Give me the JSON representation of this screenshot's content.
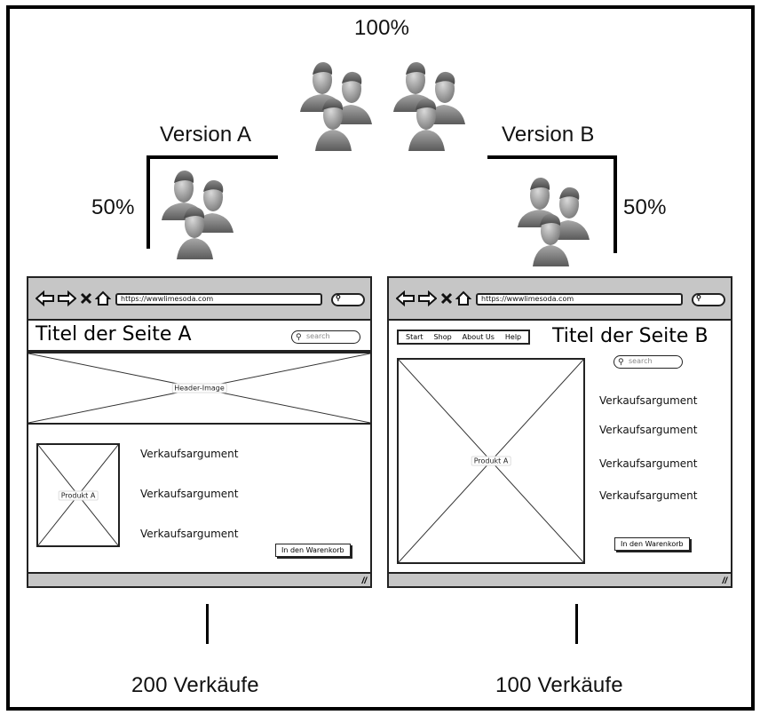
{
  "diagram": {
    "total_label": "100%",
    "version_a": {
      "label": "Version A",
      "share": "50%",
      "result": "200 Verkäufe"
    },
    "version_b": {
      "label": "Version B",
      "share": "50%",
      "result": "100 Verkäufe"
    },
    "icon_names": [
      "user-group-icon"
    ]
  },
  "mockup_a": {
    "url": "https://wwwlimesoda.com",
    "title": "Titel der Seite A",
    "search_placeholder": "search",
    "header_image_label": "Header-Image",
    "product_label": "Produkt A",
    "arguments": [
      "Verkaufsargument",
      "Verkaufsargument",
      "Verkaufsargument"
    ],
    "cart_button": "In den Warenkorb"
  },
  "mockup_b": {
    "url": "https://wwwlimesoda.com",
    "title": "Titel der Seite B",
    "menu": [
      "Start",
      "Shop",
      "About Us",
      "Help"
    ],
    "search_placeholder": "search",
    "product_label": "Produkt A",
    "arguments": [
      "Verkaufsargument",
      "Verkaufsargument",
      "Verkaufsargument",
      "Verkaufsargument"
    ],
    "cart_button": "In den Warenkorb"
  },
  "colors": {
    "toolbar_gray": "#c6c6c6",
    "stroke": "#222222"
  }
}
